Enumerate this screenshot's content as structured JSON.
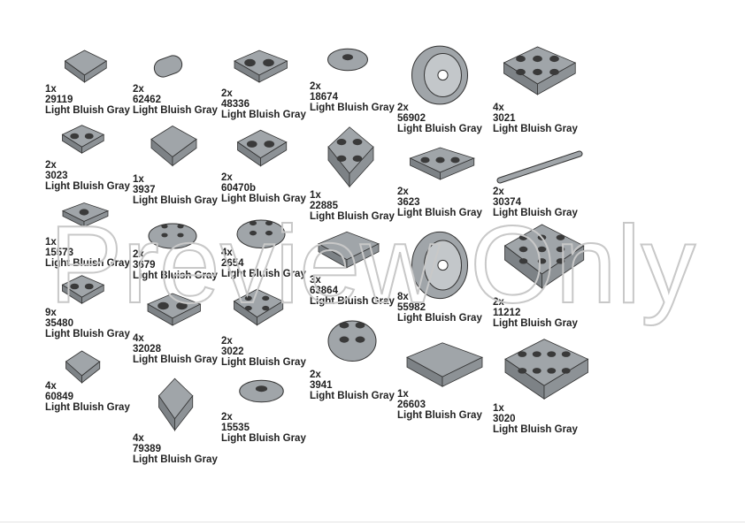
{
  "watermark": "Preview Only",
  "colors": {
    "part": "#a0a5a9",
    "part_dark": "#7d8286",
    "stud_top": "#3a3a3a",
    "text": "#222222"
  },
  "parts": [
    {
      "qty": "1x",
      "part": "29119",
      "color": "Light Bluish Gray",
      "shape": "wedge"
    },
    {
      "qty": "2x",
      "part": "3023",
      "color": "Light Bluish Gray",
      "shape": "plate1x2"
    },
    {
      "qty": "1x",
      "part": "15573",
      "color": "Light Bluish Gray",
      "shape": "jumper"
    },
    {
      "qty": "9x",
      "part": "35480",
      "color": "Light Bluish Gray",
      "shape": "rounded1x2"
    },
    {
      "qty": "4x",
      "part": "60849",
      "color": "Light Bluish Gray",
      "shape": "clip"
    },
    {
      "qty": "2x",
      "part": "62462",
      "color": "Light Bluish Gray",
      "shape": "pin"
    },
    {
      "qty": "1x",
      "part": "3937",
      "color": "Light Bluish Gray",
      "shape": "hinge"
    },
    {
      "qty": "2x",
      "part": "3679",
      "color": "Light Bluish Gray",
      "shape": "round2x2"
    },
    {
      "qty": "4x",
      "part": "32028",
      "color": "Light Bluish Gray",
      "shape": "door-rail"
    },
    {
      "qty": "4x",
      "part": "79389",
      "color": "Light Bluish Gray",
      "shape": "bracket"
    },
    {
      "qty": "2x",
      "part": "48336",
      "color": "Light Bluish Gray",
      "shape": "plate-handle"
    },
    {
      "qty": "2x",
      "part": "60470b",
      "color": "Light Bluish Gray",
      "shape": "plate-clips"
    },
    {
      "qty": "4x",
      "part": "2654",
      "color": "Light Bluish Gray",
      "shape": "round2x2"
    },
    {
      "qty": "2x",
      "part": "3022",
      "color": "Light Bluish Gray",
      "shape": "plate2x2"
    },
    {
      "qty": "2x",
      "part": "15535",
      "color": "Light Bluish Gray",
      "shape": "round-tile-hole"
    },
    {
      "qty": "2x",
      "part": "18674",
      "color": "Light Bluish Gray",
      "shape": "round-tile-hole"
    },
    {
      "qty": "1x",
      "part": "22885",
      "color": "Light Bluish Gray",
      "shape": "brick-side"
    },
    {
      "qty": "3x",
      "part": "63864",
      "color": "Light Bluish Gray",
      "shape": "tile1x3"
    },
    {
      "qty": "2x",
      "part": "3941",
      "color": "Light Bluish Gray",
      "shape": "round-brick"
    },
    {
      "qty": "2x",
      "part": "56902",
      "color": "Light Bluish Gray",
      "shape": "wheel"
    },
    {
      "qty": "2x",
      "part": "3623",
      "color": "Light Bluish Gray",
      "shape": "plate1x3"
    },
    {
      "qty": "8x",
      "part": "55982",
      "color": "Light Bluish Gray",
      "shape": "wheel"
    },
    {
      "qty": "1x",
      "part": "26603",
      "color": "Light Bluish Gray",
      "shape": "tile2x3"
    },
    {
      "qty": "4x",
      "part": "3021",
      "color": "Light Bluish Gray",
      "shape": "plate2x3"
    },
    {
      "qty": "2x",
      "part": "30374",
      "color": "Light Bluish Gray",
      "shape": "bar"
    },
    {
      "qty": "2x",
      "part": "11212",
      "color": "Light Bluish Gray",
      "shape": "plate3x3"
    },
    {
      "qty": "1x",
      "part": "3020",
      "color": "Light Bluish Gray",
      "shape": "plate2x4"
    }
  ]
}
